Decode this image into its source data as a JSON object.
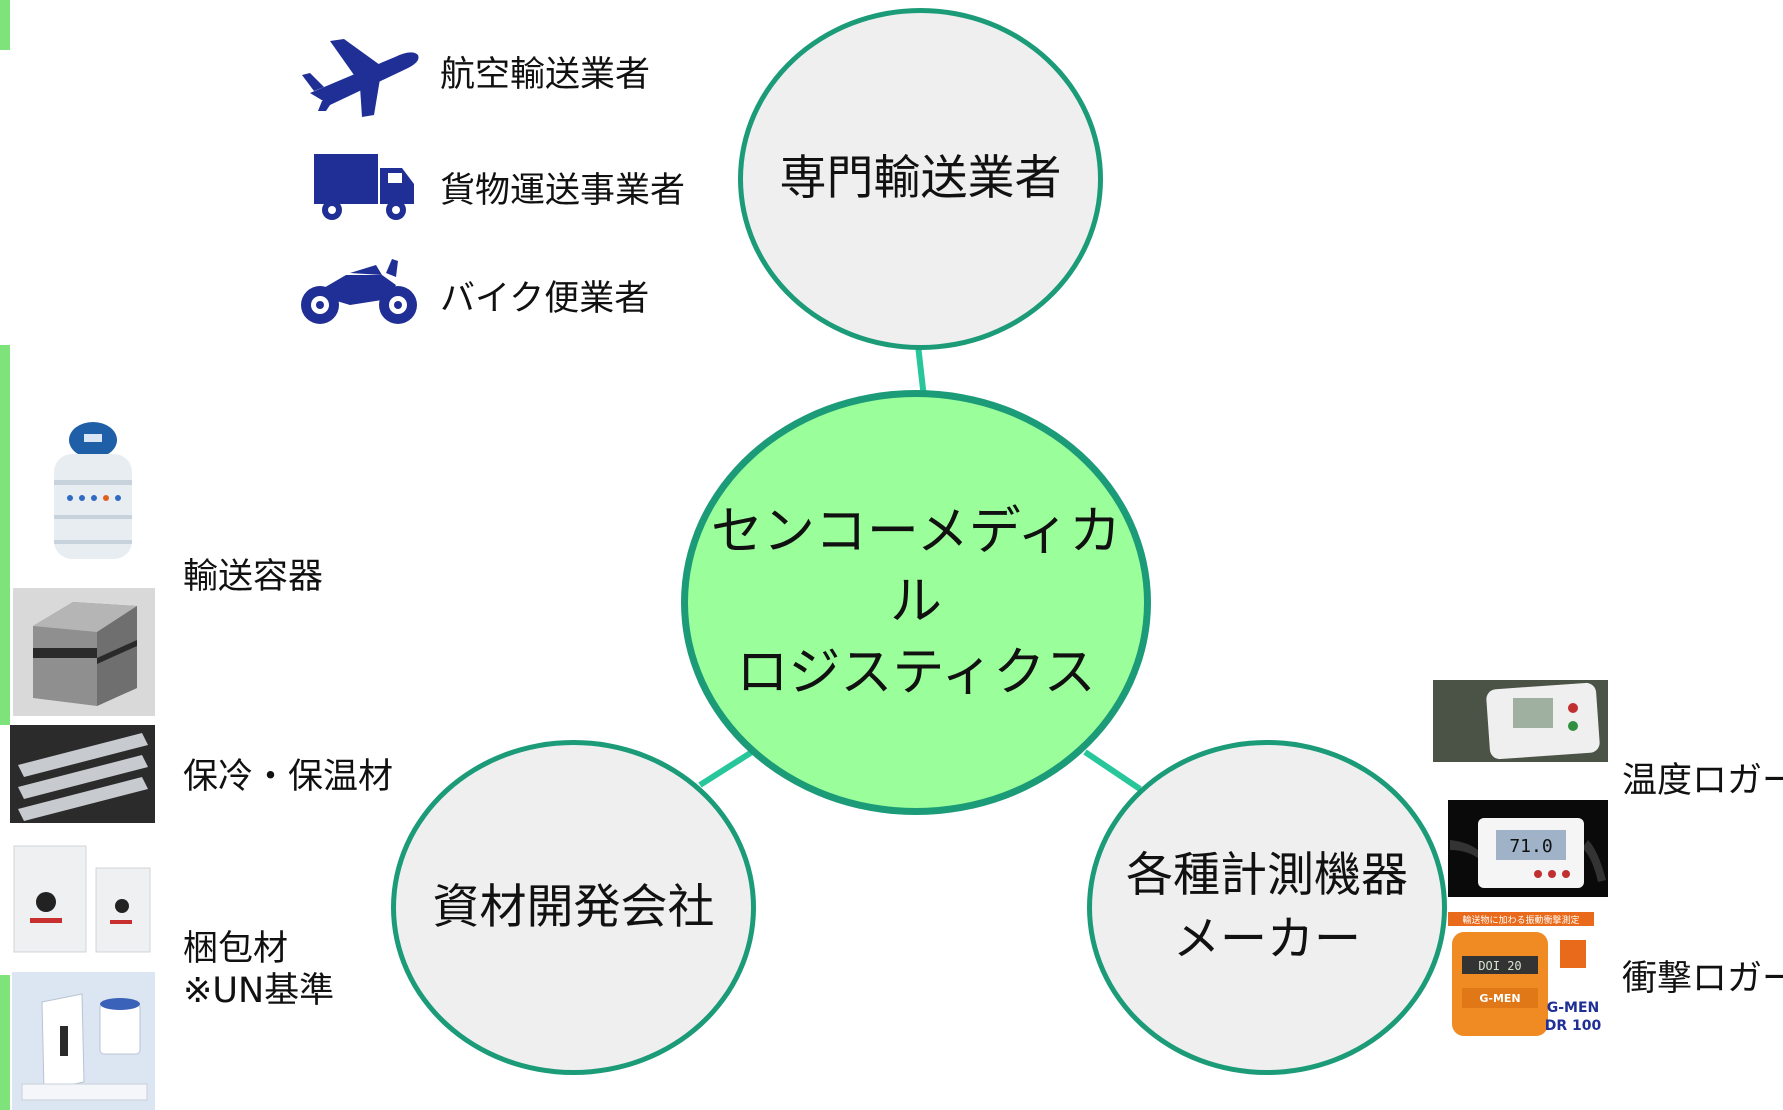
{
  "hub": {
    "line1": "センコーメディカル",
    "line2": "ロジスティクス"
  },
  "nodes": {
    "transport": {
      "label": "専門輸送業者"
    },
    "materials": {
      "label": "資材開発会社"
    },
    "instruments": {
      "line1": "各種計測機器",
      "line2": "メーカー"
    }
  },
  "transport_items": [
    {
      "label": "航空輸送業者",
      "icon": "airplane-icon"
    },
    {
      "label": "貨物運送事業者",
      "icon": "truck-icon"
    },
    {
      "label": "バイク便業者",
      "icon": "motorcycle-icon"
    }
  ],
  "material_items": [
    {
      "label": "輸送容器"
    },
    {
      "label": "保冷・保温材"
    },
    {
      "line1": "梱包材",
      "line2": "※UN基準"
    }
  ],
  "instrument_items": [
    {
      "label": "温度ロガー"
    },
    {
      "label": "衝撃ロガー"
    }
  ],
  "device_texts": {
    "shock_banner": "輸送物に加わる振動衝撃測定",
    "shock_brand": "G-MEN",
    "shock_model": "DR 100",
    "shock_screen": "DOI 20",
    "temp_display": "71.0"
  },
  "colors": {
    "hub_fill": "#9aff9a",
    "node_fill": "#efefef",
    "ring": "#1b9b78",
    "connector": "#27c79b",
    "icon_blue": "#1f2f95",
    "side_bar": "#7ee37a"
  }
}
